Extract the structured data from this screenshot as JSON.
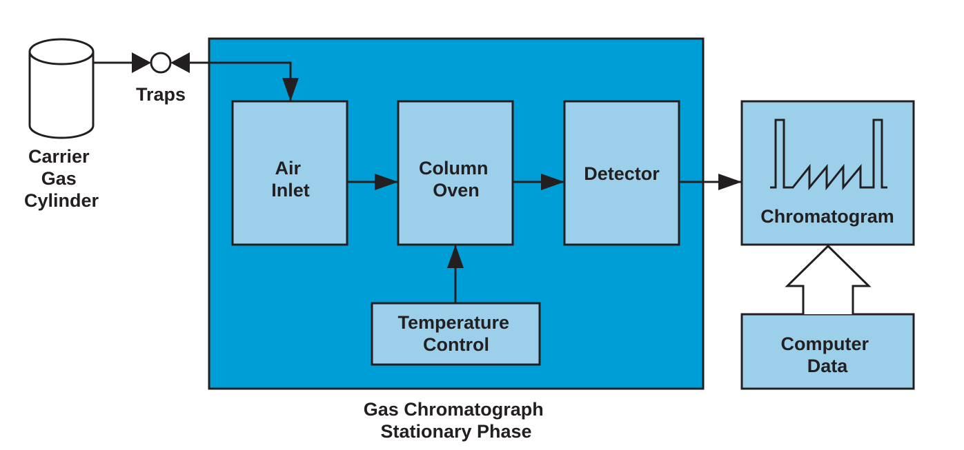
{
  "colors": {
    "gc_panel": "#009ed6",
    "block": "#9ccfe9",
    "outline": "#231f20",
    "background": "#ffffff"
  },
  "nodes": {
    "carrier_gas": {
      "icon": "gas-cylinder-icon",
      "label": [
        "Carrier",
        "Gas",
        "Cylinder"
      ]
    },
    "traps": {
      "icon": "valve-icon",
      "label": [
        "Traps"
      ]
    },
    "air_inlet": {
      "label": [
        "Air",
        "Inlet"
      ]
    },
    "column_oven": {
      "label": [
        "Column",
        "Oven"
      ]
    },
    "detector": {
      "label": [
        "Detector"
      ]
    },
    "temperature_control": {
      "label": [
        "Temperature",
        "Control"
      ]
    },
    "chromatogram": {
      "icon": "chromatogram-trace-icon",
      "label": [
        "Chromatogram"
      ]
    },
    "computer_data": {
      "label": [
        "Computer",
        "Data"
      ]
    },
    "gc_panel": {
      "label": [
        "Gas Chromatograph",
        "Stationary Phase"
      ]
    }
  },
  "edges": [
    {
      "from": "carrier_gas",
      "to": "traps",
      "style": "line"
    },
    {
      "from": "traps",
      "to": "air_inlet",
      "style": "arrow"
    },
    {
      "from": "air_inlet",
      "to": "column_oven",
      "style": "arrow"
    },
    {
      "from": "column_oven",
      "to": "detector",
      "style": "arrow"
    },
    {
      "from": "temperature_control",
      "to": "column_oven",
      "style": "arrow"
    },
    {
      "from": "detector",
      "to": "chromatogram",
      "style": "arrow"
    },
    {
      "from": "computer_data",
      "to": "chromatogram",
      "style": "hollow-arrow"
    }
  ]
}
